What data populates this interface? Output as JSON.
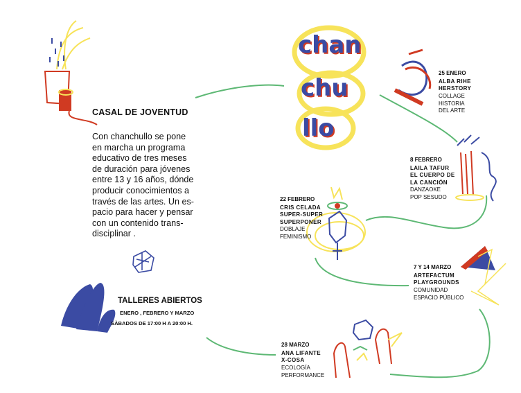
{
  "logo": {
    "lines": [
      "chan",
      "chu",
      "llo"
    ]
  },
  "intro": {
    "heading": "CASAL DE JOVENTUD",
    "paragraph_lines": [
      "Con chanchullo se pone",
      "en marcha un programa",
      "educativo de tres meses",
      "de duración para jóvenes",
      "entre 13 y 16 años, dónde",
      "producir conocimientos a",
      "través de las artes. Un es-",
      "pacio para hacer y pensar",
      "con un contenido trans-",
      "disciplinar ."
    ]
  },
  "talleres": {
    "title": "TALLERES ABIERTOS",
    "months": "ENERO , FEBRERO Y MARZO",
    "schedule": "SÀBADOS DE 17:00 H A 20:00 H."
  },
  "events": [
    {
      "date": "25 ENERO",
      "name_lines": [
        "ALBA RIHE",
        "HERSTORY"
      ],
      "sub_lines": [
        "COLLAGE",
        "HISTORIA",
        "DEL ARTE"
      ]
    },
    {
      "date": "8 FEBRERO",
      "name_lines": [
        "LAILA TAFUR",
        "EL CUERPO DE",
        "LA CANCIÓN"
      ],
      "sub_lines": [
        "DANZAOKE",
        "POP SESUDO"
      ]
    },
    {
      "date": "22 FEBRERO",
      "name_lines": [
        "CRIS CELADA",
        "SUPER-SUPER",
        "SUPERPONER"
      ],
      "sub_lines": [
        "DOBLAJE",
        "FEMINISMO"
      ]
    },
    {
      "date": "7 Y 14 MARZO",
      "name_lines": [
        "ARTEFACTUM",
        "PLAYGROUNDS"
      ],
      "sub_lines": [
        "COMUNIDAD",
        "ESPACIO PÚBLICO"
      ]
    },
    {
      "date": "28 MARZO",
      "name_lines": [
        "ANA LIFANTE",
        "X-COSA"
      ],
      "sub_lines": [
        "ECOLOGÍA",
        "PERFORMANCE"
      ]
    }
  ],
  "colors": {
    "green": "#5db874",
    "yellow": "#f7e35a",
    "blue": "#3b4ba3",
    "red": "#d03a22"
  }
}
